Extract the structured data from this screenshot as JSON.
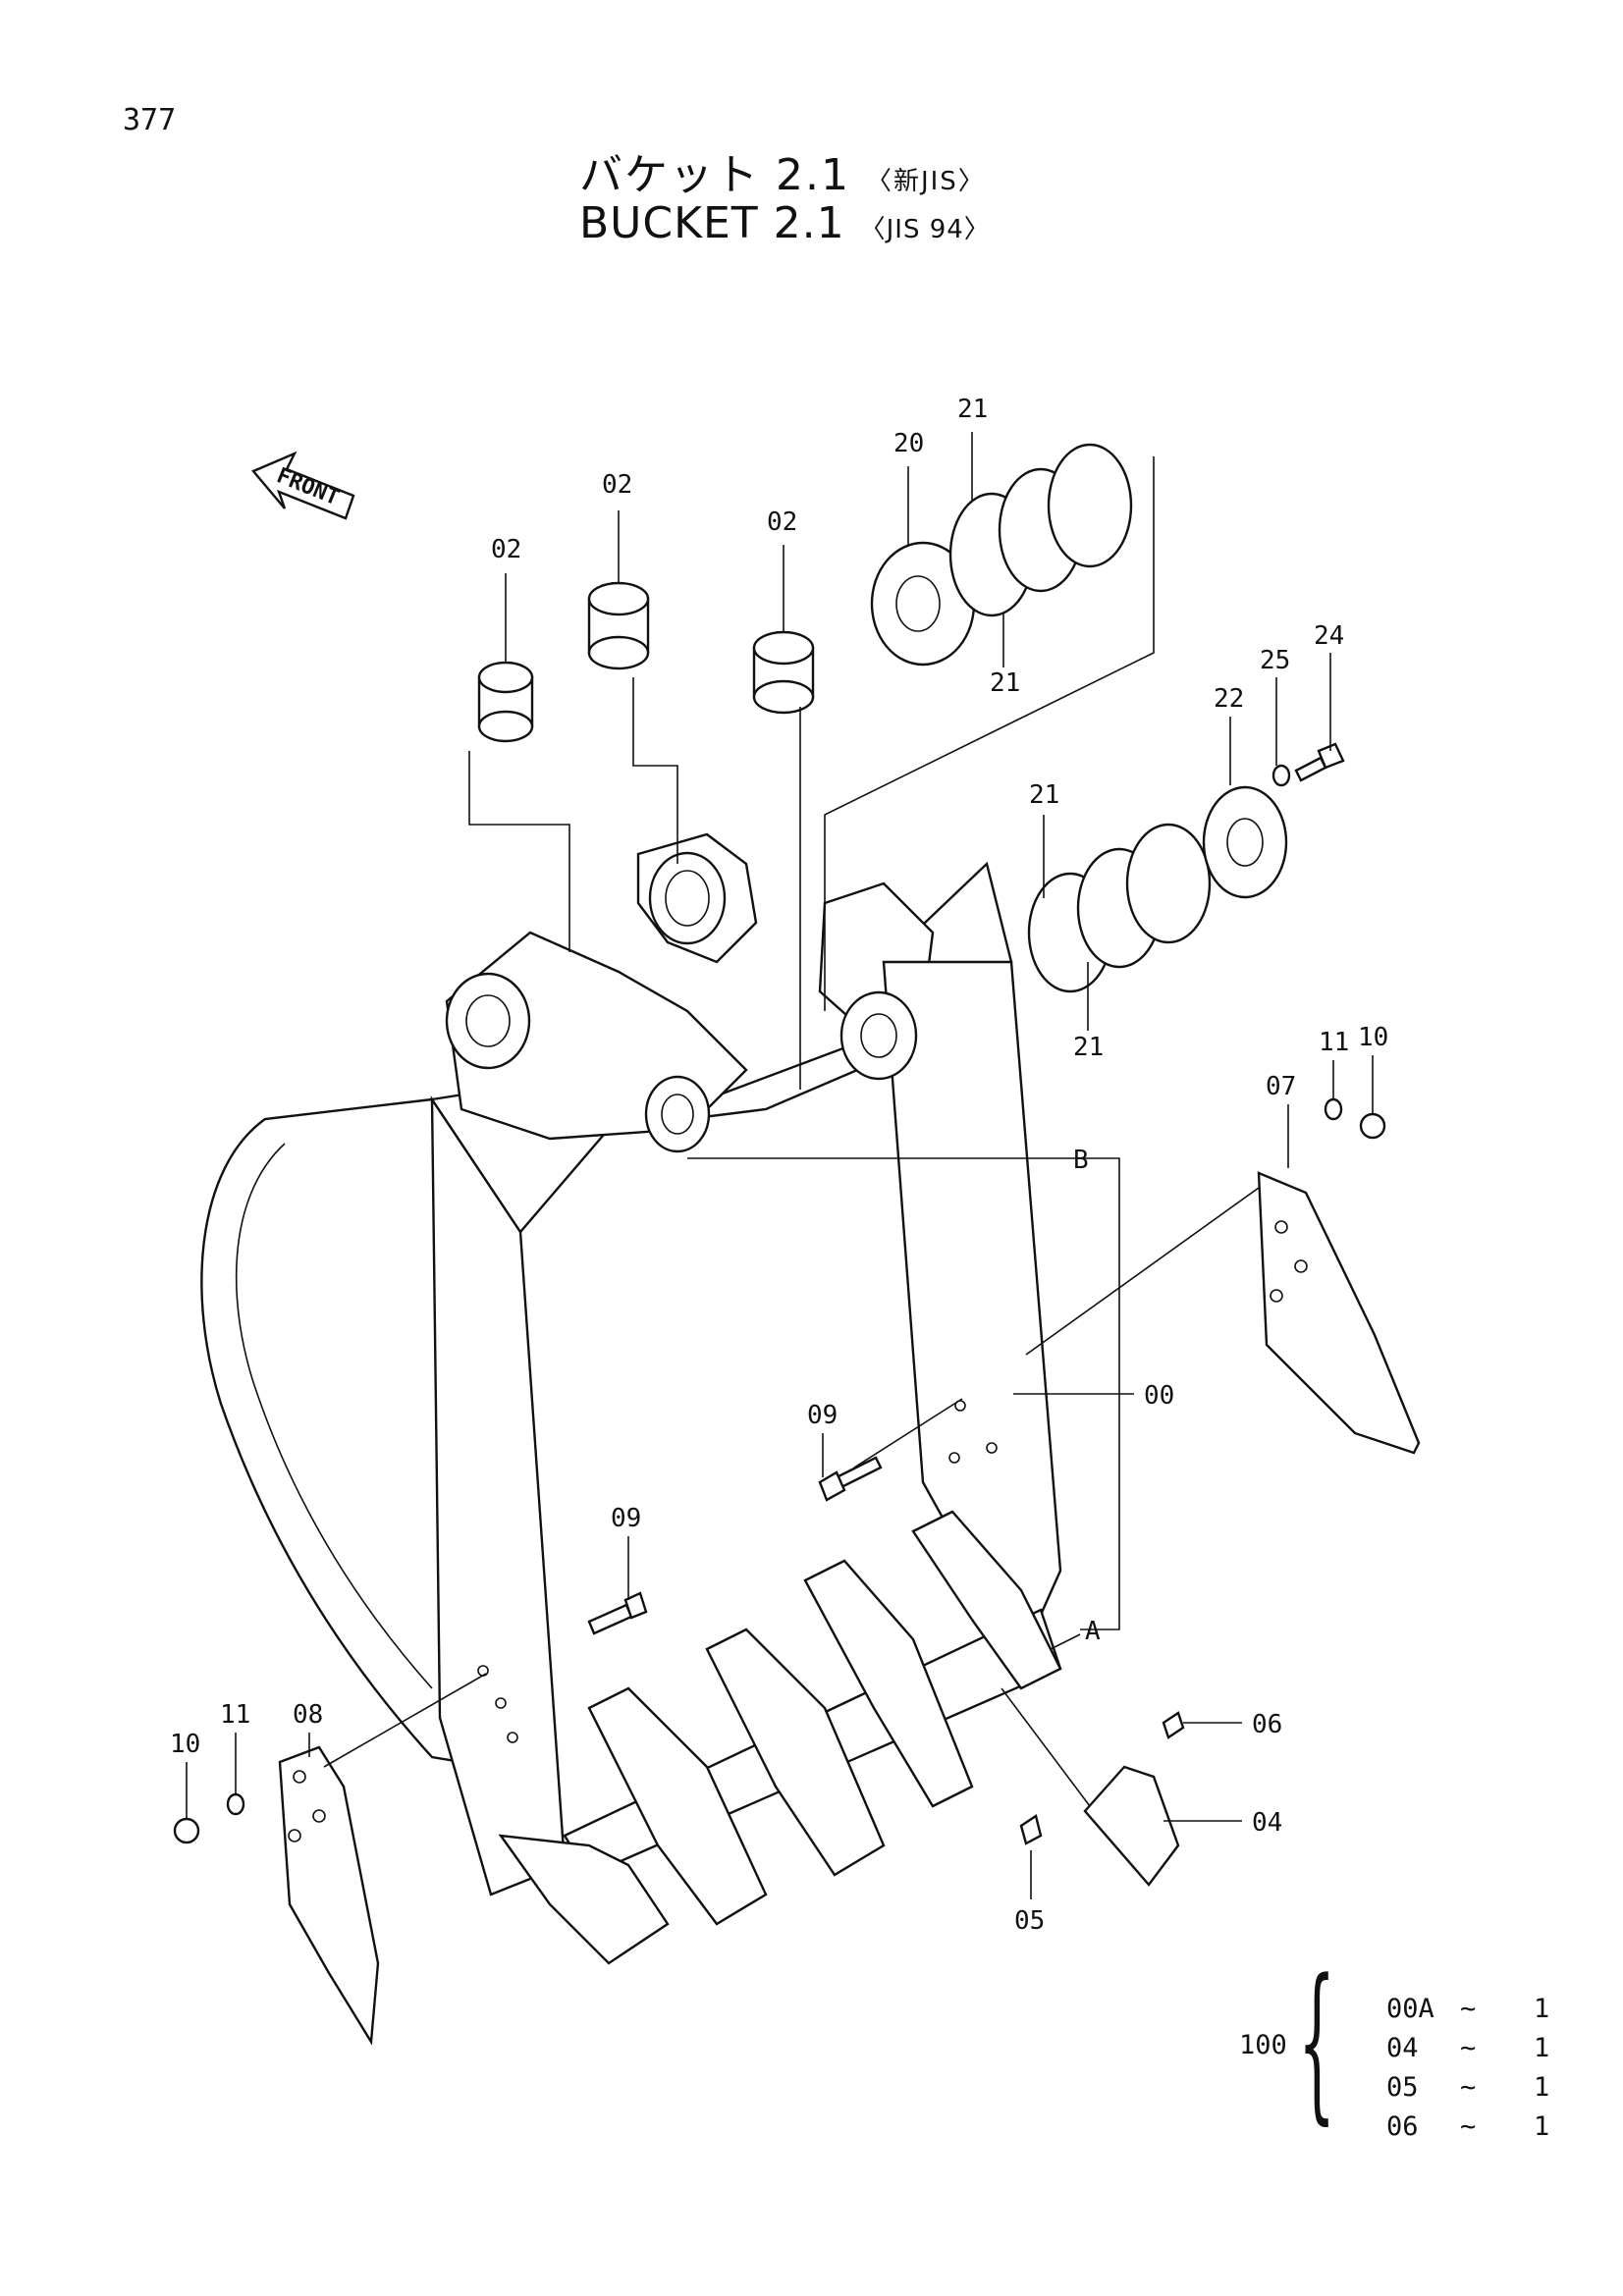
{
  "page_number": "377",
  "title_jp": "バケット 2.1",
  "title_jp_note": "〈新JIS〉",
  "title_en": "BUCKET 2.1",
  "title_en_note": "〈JIS 94〉",
  "front_label": "FRONT",
  "callouts": {
    "bushing_left": "02",
    "bushing_mid": "02",
    "bushing_right": "02",
    "ring_20": "20",
    "shim_21_top": "21",
    "shim_21_top_bottom": "21",
    "shim_21_lower_top": "21",
    "shim_21_lower_bottom": "21",
    "plate_22": "22",
    "washer_25": "25",
    "bolt_24": "24",
    "nut_10_right": "10",
    "washer_11_right": "11",
    "cutter_07": "07",
    "ref_B": "B",
    "bucket_00": "00",
    "bolt_09_mid": "09",
    "bolt_09_left": "09",
    "ref_A": "A",
    "cutter_08": "08",
    "washer_11_left": "11",
    "nut_10_left": "10",
    "pin_06": "06",
    "tooth_04": "04",
    "lock_05": "05"
  },
  "kit": {
    "number": "100",
    "rows": [
      {
        "code": "00A",
        "sep": "~",
        "qty": "1"
      },
      {
        "code": "04",
        "sep": "~",
        "qty": "1"
      },
      {
        "code": "05",
        "sep": "~",
        "qty": "1"
      },
      {
        "code": "06",
        "sep": "~",
        "qty": "1"
      }
    ]
  }
}
